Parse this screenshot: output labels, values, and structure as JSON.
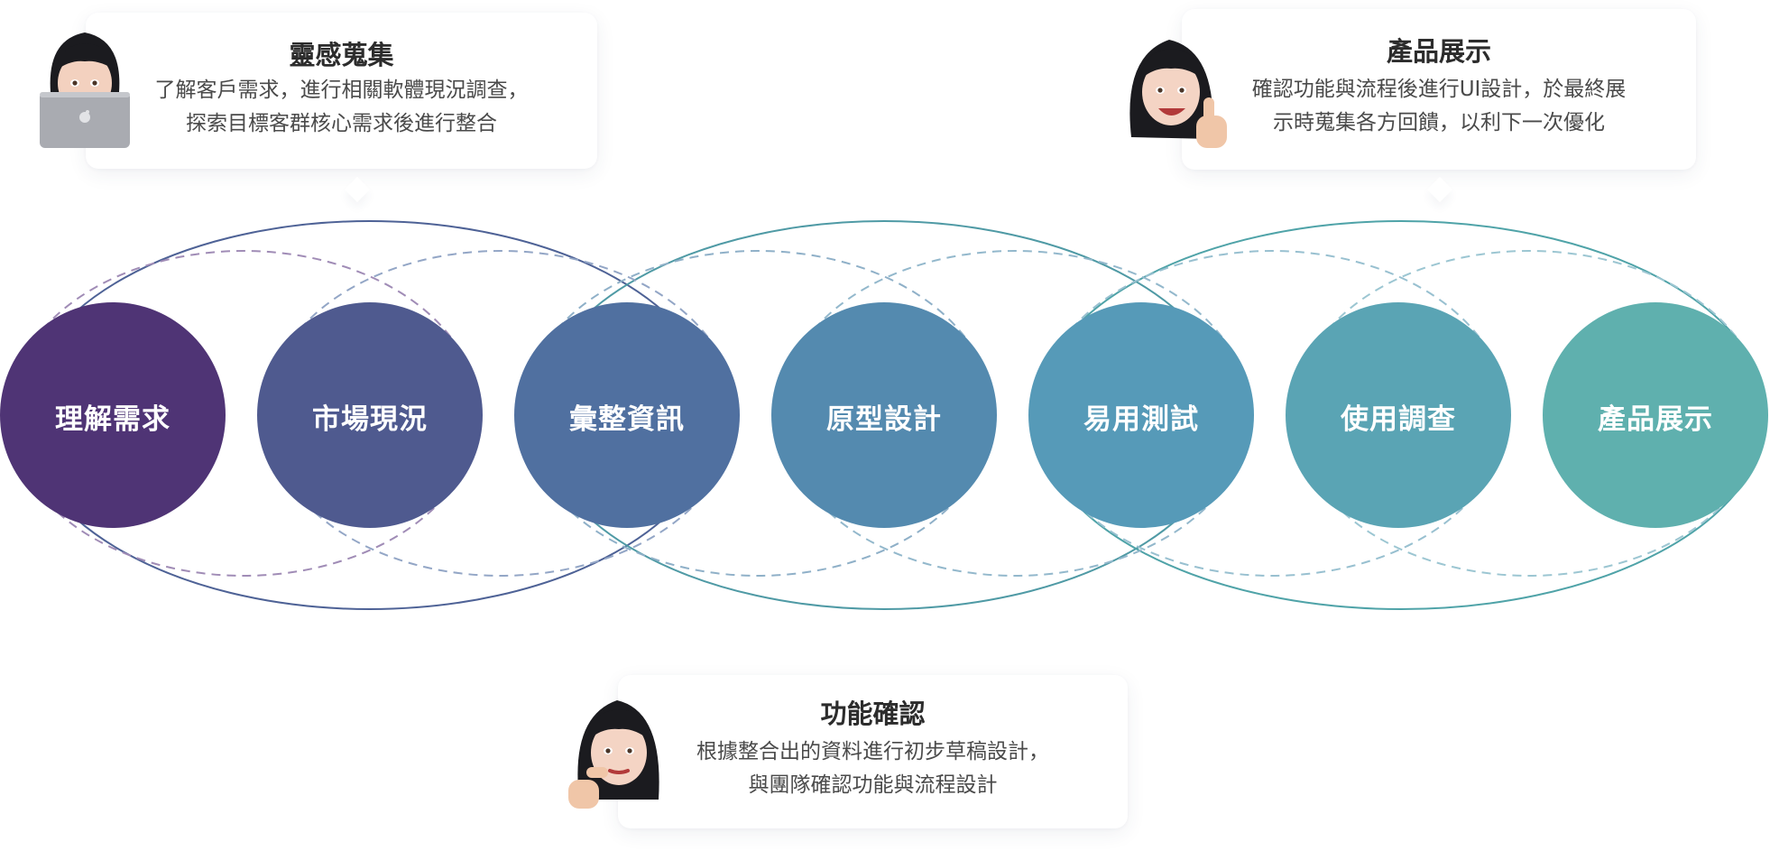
{
  "cards": [
    {
      "title": "靈感蒐集",
      "desc": [
        "了解客戶需求，進行相關軟體現況調查，",
        "探索目標客群核心需求後進行整合"
      ]
    },
    {
      "title": "產品展示",
      "desc": [
        "確認功能與流程後進行UI設計，於最終展",
        "示時蒐集各方回饋，以利下一次優化"
      ]
    },
    {
      "title": "功能確認",
      "desc": [
        "根據整合出的資料進行初步草稿設計，",
        "與團隊確認功能與流程設計"
      ]
    }
  ],
  "steps": [
    {
      "label": "理解需求",
      "color": "#4f3475"
    },
    {
      "label": "市場現況",
      "color": "#4f5a8f"
    },
    {
      "label": "彙整資訊",
      "color": "#5070a0"
    },
    {
      "label": "原型設計",
      "color": "#548aaf"
    },
    {
      "label": "易用測試",
      "color": "#569ab8"
    },
    {
      "label": "使用調查",
      "color": "#5aa4b4"
    },
    {
      "label": "產品展示",
      "color": "#5fb0ae"
    }
  ],
  "colors": {
    "ellipse_left": "#4e6296",
    "ellipse_mid": "#4f9aa5",
    "ellipse_right": "#4fa3a8",
    "dashed_left": "#a08cb6",
    "dashed_mid": "#8fb0c8",
    "dashed_right": "#9cc6d2"
  },
  "icons": {
    "avatar_1": "memoji-laptop-icon",
    "avatar_2": "memoji-thumbs-up-icon",
    "avatar_3": "memoji-thinking-icon"
  }
}
